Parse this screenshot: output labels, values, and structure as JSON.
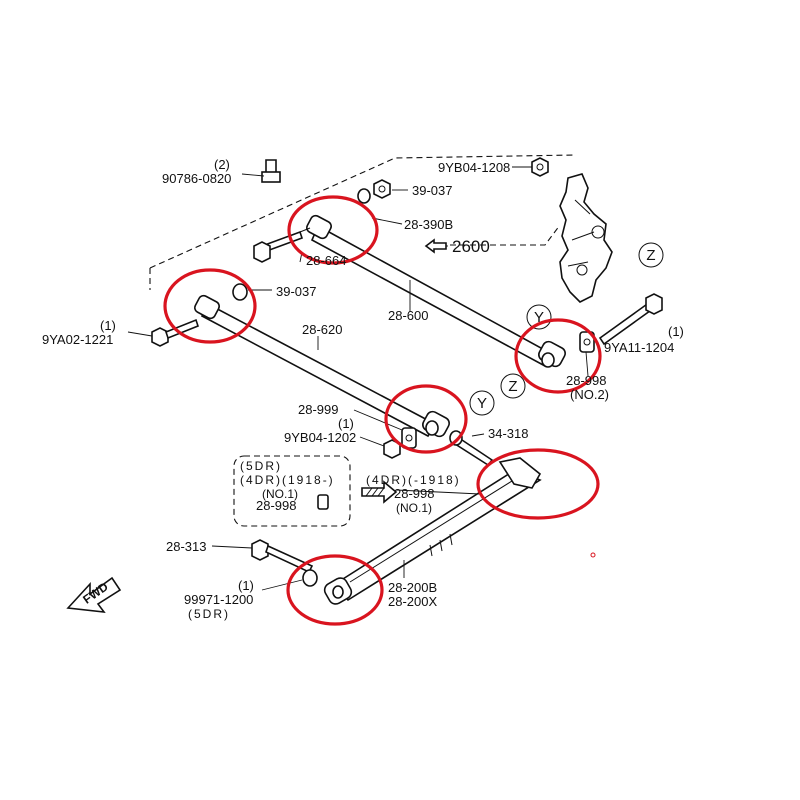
{
  "diagram": {
    "highlight_color": "#d9141f",
    "labels": {
      "p90786_qty": "(2)",
      "p90786": "90786-0820",
      "p9yb04_1208": "9YB04-1208",
      "p39037_a": "39-037",
      "p28390b": "28-390B",
      "p2600": "2600",
      "p28664": "28-664",
      "p39037_b": "39-037",
      "p28600": "28-600",
      "p9ya02_qty": "(1)",
      "p9ya02": "9YA02-1221",
      "p28620": "28-620",
      "p9ya11_qty": "(1)",
      "p9ya11": "9YA11-1204",
      "p28998_no2": "28-998",
      "no2": "(NO.2)",
      "p28999": "28-999",
      "p9yb04_1202_qty": "(1)",
      "p9yb04_1202": "9YB04-1202",
      "p34318": "34-318",
      "box_5dr": "(5DR)",
      "box_4dr": "(4DR)(1918-)",
      "box_no1": "(NO.1)",
      "box_28998": "28-998",
      "mid_4dr": "(4DR)(-1918)",
      "mid_28998": "28-998",
      "mid_no1": "(NO.1)",
      "p28313": "28-313",
      "p99971_qty": "(1)",
      "p99971": "99971-1200",
      "p99971_5dr": "(5DR)",
      "p28200b": "28-200B",
      "p28200x": "28-200X",
      "fwd": "FWD",
      "circle_z1": "Z",
      "circle_y1": "Y",
      "circle_z2": "Z",
      "circle_y2": "Y"
    }
  }
}
